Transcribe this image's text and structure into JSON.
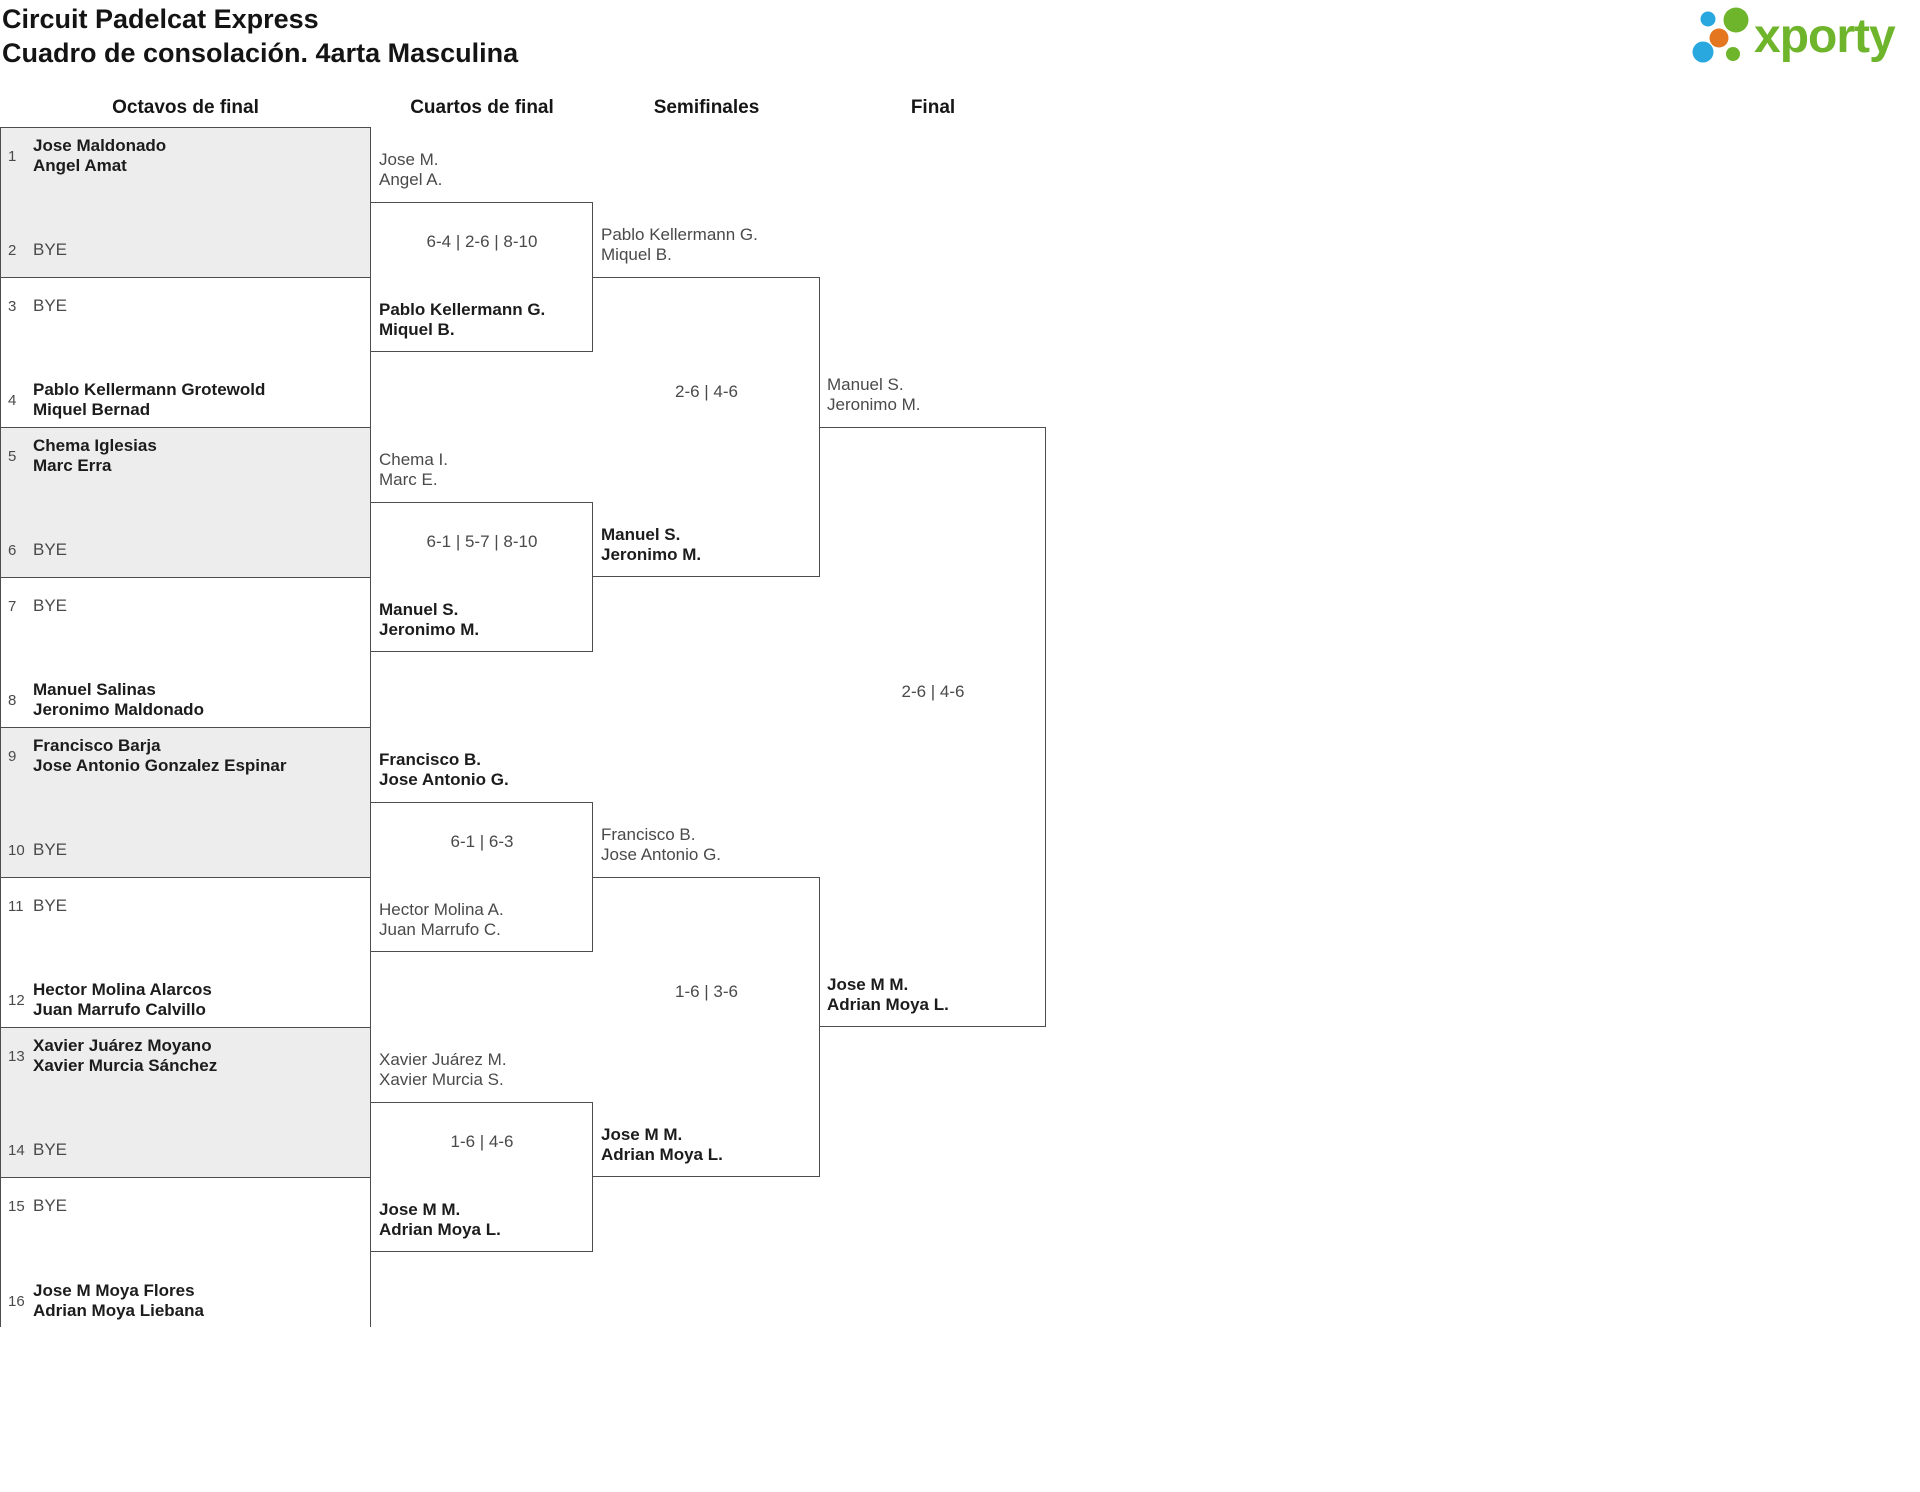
{
  "header": {
    "title_line1": "Circuit Padelcat Express",
    "title_line2": "Cuadro de consolación. 4arta Masculina",
    "logo_text": "xporty",
    "logo_colors": {
      "green": "#6eb52c",
      "blue": "#29a7df",
      "orange": "#e4761f"
    }
  },
  "ui_colors": {
    "row_alt_bg": "#ededed",
    "line": "#4d4d4d",
    "text_muted": "#4a4a4a",
    "text_strong": "#1c1c1c"
  },
  "rounds": {
    "octavos": "Octavos de final",
    "cuartos": "Cuartos de final",
    "semifinales": "Semifinales",
    "final": "Final"
  },
  "octavos": {
    "seeds": [
      {
        "n": "1",
        "lines": [
          "Jose Maldonado",
          "Angel Amat"
        ],
        "winner": true
      },
      {
        "n": "2",
        "lines": [
          "BYE"
        ],
        "winner": false
      },
      {
        "n": "3",
        "lines": [
          "BYE"
        ],
        "winner": false
      },
      {
        "n": "4",
        "lines": [
          "Pablo Kellermann Grotewold",
          "Miquel Bernad"
        ],
        "winner": true
      },
      {
        "n": "5",
        "lines": [
          "Chema Iglesias",
          "Marc Erra"
        ],
        "winner": true
      },
      {
        "n": "6",
        "lines": [
          "BYE"
        ],
        "winner": false
      },
      {
        "n": "7",
        "lines": [
          "BYE"
        ],
        "winner": false
      },
      {
        "n": "8",
        "lines": [
          "Manuel Salinas",
          "Jeronimo Maldonado"
        ],
        "winner": true
      },
      {
        "n": "9",
        "lines": [
          "Francisco Barja",
          "Jose Antonio Gonzalez Espinar"
        ],
        "winner": true
      },
      {
        "n": "10",
        "lines": [
          "BYE"
        ],
        "winner": false
      },
      {
        "n": "11",
        "lines": [
          "BYE"
        ],
        "winner": false
      },
      {
        "n": "12",
        "lines": [
          "Hector Molina Alarcos",
          "Juan Marrufo Calvillo"
        ],
        "winner": true
      },
      {
        "n": "13",
        "lines": [
          "Xavier Juárez Moyano",
          "Xavier Murcia Sánchez"
        ],
        "winner": true
      },
      {
        "n": "14",
        "lines": [
          "BYE"
        ],
        "winner": false
      },
      {
        "n": "15",
        "lines": [
          "BYE"
        ],
        "winner": false
      },
      {
        "n": "16",
        "lines": [
          "Jose M Moya Flores",
          "Adrian Moya Liebana"
        ],
        "winner": true
      }
    ]
  },
  "cuartos": [
    {
      "teamA": {
        "lines": [
          "Jose M.",
          "Angel A."
        ],
        "winner": false
      },
      "score": "6-4 | 2-6 | 8-10",
      "teamB": {
        "lines": [
          "Pablo Kellermann G.",
          "Miquel B."
        ],
        "winner": true
      }
    },
    {
      "teamA": {
        "lines": [
          "Chema I.",
          "Marc E."
        ],
        "winner": false
      },
      "score": "6-1 | 5-7 | 8-10",
      "teamB": {
        "lines": [
          "Manuel S.",
          "Jeronimo M."
        ],
        "winner": true
      }
    },
    {
      "teamA": {
        "lines": [
          "Francisco B.",
          "Jose Antonio G."
        ],
        "winner": true
      },
      "score": "6-1 | 6-3",
      "teamB": {
        "lines": [
          "Hector Molina A.",
          "Juan Marrufo C."
        ],
        "winner": false
      }
    },
    {
      "teamA": {
        "lines": [
          "Xavier Juárez M.",
          "Xavier Murcia S."
        ],
        "winner": false
      },
      "score": "1-6 | 4-6",
      "teamB": {
        "lines": [
          "Jose M M.",
          "Adrian Moya L."
        ],
        "winner": true
      }
    }
  ],
  "semifinales": [
    {
      "teamA": {
        "lines": [
          "Pablo Kellermann G.",
          "Miquel B."
        ],
        "winner": false
      },
      "score": "2-6 | 4-6",
      "teamB": {
        "lines": [
          "Manuel S.",
          "Jeronimo M."
        ],
        "winner": true
      }
    },
    {
      "teamA": {
        "lines": [
          "Francisco B.",
          "Jose Antonio G."
        ],
        "winner": false
      },
      "score": "1-6 | 3-6",
      "teamB": {
        "lines": [
          "Jose M M.",
          "Adrian Moya L."
        ],
        "winner": true
      }
    }
  ],
  "final": {
    "teamA": {
      "lines": [
        "Manuel S.",
        "Jeronimo M."
      ],
      "winner": false
    },
    "score": "2-6 | 4-6",
    "teamB": {
      "lines": [
        "Jose M M.",
        "Adrian Moya L."
      ],
      "winner": true
    }
  }
}
